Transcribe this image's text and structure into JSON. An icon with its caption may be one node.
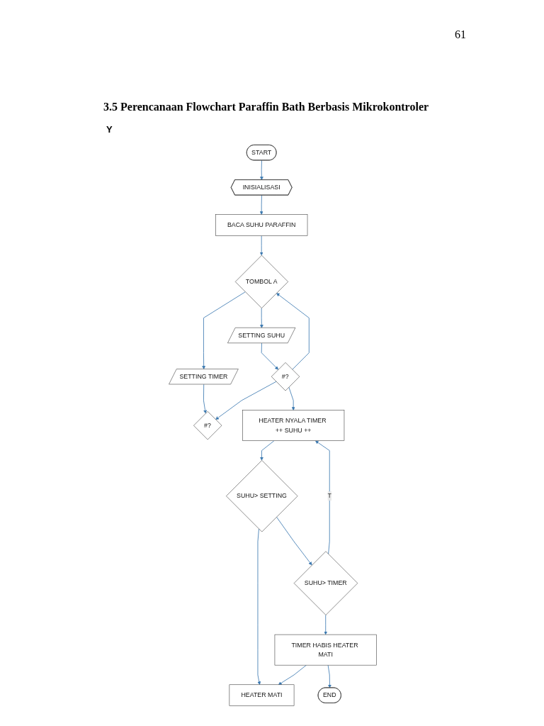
{
  "diagram": {
    "title": "3.5 Perencanaan Flowchart Paraffin Bath Berbasis Mikrokontroler",
    "nodes": [
      {
        "text": [
          "START"
        ]
      },
      {
        "text": [
          "INISIALISASI"
        ]
      },
      {
        "text": [
          "BACA SUHU PARAFFIN"
        ]
      },
      {
        "text": [
          "TOMBOL A"
        ]
      },
      {
        "text": [
          "SETTING SUHU"
        ]
      },
      {
        "text": [
          "SETTING TIMER"
        ]
      },
      {
        "text": [
          "#?"
        ]
      },
      {
        "text": [
          "#?"
        ]
      },
      {
        "text": [
          "HEATER NYALA TIMER ++ SUHU ++"
        ]
      },
      {
        "text": [
          "SUHU> SETTING"
        ]
      },
      {
        "text": [
          "SUHU> TIMER"
        ]
      },
      {
        "text": [
          "TIMER HABIS HEATER MATI"
        ]
      },
      {
        "text": [
          "HEATER MATI"
        ]
      },
      {
        "text": [
          "END"
        ]
      }
    ],
    "edges": [
      {
        "from": 0,
        "to": 1,
        "arrow": "to"
      },
      {
        "from": 1,
        "to": 2,
        "arrow": "to"
      },
      {
        "from": 2,
        "to": 3,
        "arrow": "to"
      },
      {
        "from": 3,
        "to": 4,
        "arrow": "to"
      },
      {
        "from": 3,
        "to": 5,
        "arrow": "to"
      },
      {
        "from": 4,
        "to": 6,
        "arrow": "to"
      },
      {
        "from": 5,
        "to": 7,
        "arrow": "to"
      },
      {
        "from": 6,
        "to": 3,
        "arrow": "to"
      },
      {
        "from": 6,
        "to": 7,
        "arrow": "to"
      },
      {
        "from": 6,
        "to": 8,
        "arrow": "to"
      },
      {
        "from": 8,
        "to": 9,
        "arrow": "to"
      },
      {
        "from": 9,
        "to": 10,
        "arrow": "to"
      },
      {
        "from": 9,
        "to": 12,
        "arrow": "to"
      },
      {
        "from": 10,
        "to": 8,
        "arrow": "to",
        "label": "T"
      },
      {
        "from": 10,
        "to": 11,
        "arrow": "to"
      },
      {
        "from": 11,
        "to": 13,
        "arrow": "to"
      },
      {
        "from": 11,
        "to": 12,
        "arrow": "to"
      }
    ],
    "labels": [
      "61",
      "Y"
    ]
  }
}
